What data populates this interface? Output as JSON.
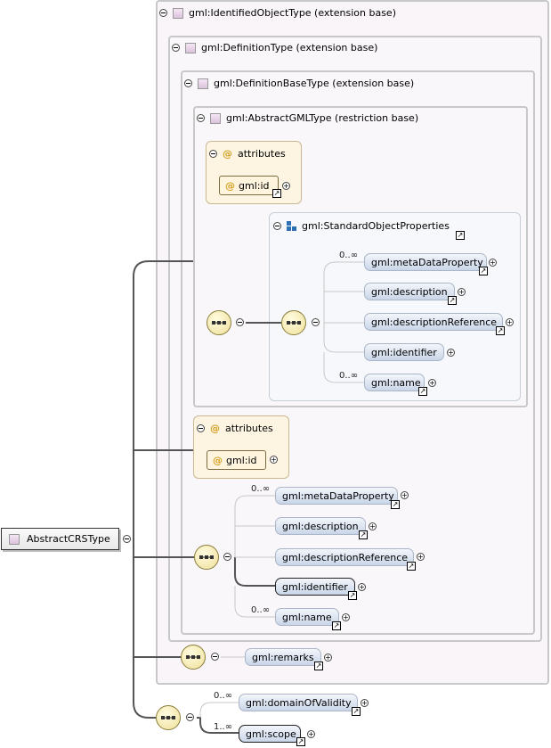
{
  "root": {
    "label": "AbstractCRSType"
  },
  "extensions": {
    "identified_object": "gml:IdentifiedObjectType (extension base)",
    "definition": "gml:DefinitionType (extension base)",
    "definition_base": "gml:DefinitionBaseType (extension base)",
    "abstract_gml": "gml:AbstractGMLType (restriction base)"
  },
  "attributes_label": "attributes",
  "attr_symbol": "@",
  "attr_id": "gml:id",
  "group": {
    "label": "gml:StandardObjectProperties"
  },
  "group_elements": [
    {
      "label": "gml:metaDataProperty",
      "card": "0..∞"
    },
    {
      "label": "gml:description"
    },
    {
      "label": "gml:descriptionReference"
    },
    {
      "label": "gml:identifier"
    },
    {
      "label": "gml:name",
      "card": "0..∞"
    }
  ],
  "def_elements": [
    {
      "label": "gml:metaDataProperty",
      "card": "0..∞"
    },
    {
      "label": "gml:description"
    },
    {
      "label": "gml:descriptionReference"
    },
    {
      "label": "gml:identifier"
    },
    {
      "label": "gml:name",
      "card": "0..∞"
    }
  ],
  "remarks": {
    "label": "gml:remarks"
  },
  "crs_elements": [
    {
      "label": "gml:domainOfValidity",
      "card": "0..∞"
    },
    {
      "label": "gml:scope",
      "card": "1..∞"
    }
  ],
  "glyphs": {
    "minus": "−",
    "plus": "+",
    "ref_arrow": "↗"
  }
}
